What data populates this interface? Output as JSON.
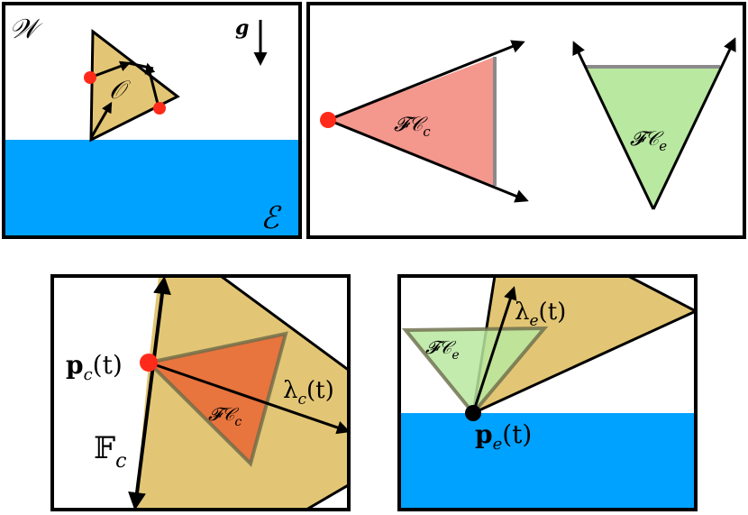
{
  "labels": {
    "world": "𝒲",
    "object": "𝒪",
    "environment": "ℰ",
    "gravity": "g",
    "fc_contact": "𝓕𝒞",
    "fc_contact_sub": "c",
    "fc_env": "𝓕𝒞",
    "fc_env_sub": "e",
    "pc_base": "p",
    "pc_sub": "c",
    "pc_arg": "(t)",
    "pe_base": "p",
    "pe_sub": "e",
    "pe_arg": "(t)",
    "lambda_c_base": "λ",
    "lambda_c_sub": "c",
    "lambda_c_arg": "(t)",
    "lambda_e_base": "λ",
    "lambda_e_sub": "e",
    "lambda_e_arg": "(t)",
    "frame_base": "𝔽",
    "frame_sub": "c"
  },
  "colors": {
    "object_fill": "#e3c675",
    "environment_fill": "#00a2ff",
    "contact_cone_fill": "#f4978c",
    "contact_cone_dark": "#e8743e",
    "env_cone_fill": "#b9e8a0",
    "contact_point": "#ff2a1a",
    "env_point": "#000000",
    "stroke": "#000000",
    "cone_edge": "#8a8a8a"
  }
}
